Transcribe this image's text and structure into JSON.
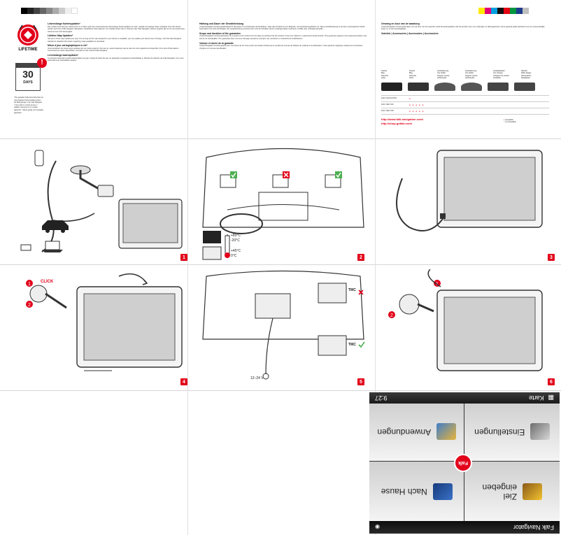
{
  "panel1": {
    "badge_lifetime": "LIFETIME",
    "badge_30": "30",
    "badge_days": "DAYS",
    "h1": "Lebenslange Kartenupdates*",
    "p1": "Die mobilen Navi-Service Gerät ist bis zu 3 Jahre nach dem Kauf kostenlos lebenslange Kartenupdates pro Jahr, sobald und solange diese verfügbar sind. Die Karten werden auf Ihrem Falk Navigator aktualisiert. Zusätzliche Informationen zum Update finden Sie im Internet unter Falk Navigator. Dieses Angebot gilt nur für ein bestimmtes Gerät und ist nicht übertragbar.",
    "h2": "Lifetime Map Updates*",
    "p2": "Get up to 4 free map updates per year. For as long as the map assigned to your device is available, you can update your device free of charge. Visit the Falk Navigator website for detailed information regarding maps available for download.",
    "h3": "Mises à jour cartographiques à vie*",
    "p3": "Vous bénéficiez de mises à jour gratuites de vos cartes jusqu'à 4 fois par an, aussi longtemps que la carte de votre appareil est disponible. Pour plus d'informations concernant les cartes disponibles, consultez le site Internet Falk Navigator.",
    "h4": "Levenslange kaartupdates*",
    "p4": "U ontvangt maximaal 4 gratis kaartupdates per jaar, zolang de kaart die aan uw apparaat is toegewezen beschikbaar is. Bezoek de website van Falk Navigator voor meer informatie over beschikbare kaarten.",
    "footnote": "* Bei gekaufter Falk-Navi-Sicherheit der Lebenslangen Kartenupdates gelten die Bedingungen unter Falk Navigator. * Only valid on certain devices. * Valable uniquement sur certains appareils. * Alleen geldig voor bepaalde apparaten."
  },
  "panel2": {
    "h1": "Haftung und Dauer der Gewährleistung",
    "p1": "United Navigation GmbH gewährleistet für die Dauer von 24 Monaten ab Kaufdatum, dass das Produkt frei von Material- und Verarbeitungsfehlern ist. Diese Gewährleistung ist auf den ursprünglichen Käufer beschränkt und nicht übertragbar. Die Gewährleistung erstreckt sich nicht auf Schäden durch unsachgemäßen Gebrauch, Unfälle oder unbefugte Eingriffe.",
    "h2": "Scope and duration of the guarantee",
    "p2": "United Navigation GmbH guarantees for a period of 24 months from the date of purchase that the product is free from defects in material and workmanship. This guarantee applies to the original purchaser only and is not transferable. The guarantee does not cover damage caused by improper use, accidents or unauthorized modifications.",
    "h3": "Volume et durée de la garantie",
    "p3": "United Navigation GmbH garantit pour une durée de 24 mois à partir de la date d'achat que le produit est exempt de défauts de matériel et de fabrication. Cette garantie s'applique uniquement à l'acheteur d'origine et n'est pas transférable."
  },
  "panel3": {
    "h1": "Omvang en duur van de waarborg",
    "p1": "United Navigation GmbH garandeert voor de duur van 24 maanden vanaf de aankoopdatum dat het product vrij is van materiaal- en fabricagefouten. Deze garantie geldt uitsluitend voor de oorspronkelijke koper en is niet overdraagbaar.",
    "h2": "Zubehör | Accessories | Accessoires | Accessoires",
    "acc": [
      [
        "Tasche",
        "Bag",
        "Sacoche",
        "Hoes"
      ],
      [
        "Tasche",
        "Bag",
        "Sacoche",
        "Hoes"
      ],
      [
        "Autohalterung",
        "Car holder",
        "Support voiture",
        "Autohouder"
      ],
      [
        "Autohalterung",
        "Car holder",
        "Support voiture",
        "Autohouder"
      ],
      [
        "Autoladekabel",
        "Car charger",
        "Chargeur de voiture",
        "Autolader"
      ],
      [
        "Netzteil",
        "Wall charger",
        "Alimentation",
        "Netadapter"
      ]
    ],
    "row1_label": "FALK NAVIGATOR",
    "row2_label": "FALK NEO 640",
    "row3_label": "FALK NEO 550",
    "link1": "http://www.falk-navigation.com/",
    "link2": "http://shop.gofalk.com/",
    "legend1": "compatible",
    "legend2": "not compatible"
  },
  "steps": {
    "s1": "1",
    "s2": "2",
    "s3": "3",
    "s4": "4",
    "s5": "5",
    "s6": "6"
  },
  "step2_temps": {
    "hi1": "+80°C",
    "lo1": "-20°C",
    "hi2": "+45°C",
    "lo2": "0°C"
  },
  "step4_click": "CLICK",
  "step5": {
    "tmc_bad": "TMC",
    "tmc_good": "TMC",
    "volt": "12–24 V"
  },
  "device": {
    "brand": "Falk Navigator",
    "time": "9:27",
    "tiles": [
      {
        "label_line1": "Ziel",
        "label_line2": "eingeben"
      },
      {
        "label_line1": "Nach Hause",
        "label_line2": ""
      },
      {
        "label_line1": "Einstellungen",
        "label_line2": ""
      },
      {
        "label_line1": "Anwendungen",
        "label_line2": ""
      }
    ],
    "map_label": "Karte",
    "logo": "Falk"
  },
  "colors": {
    "accent": "#e2001a",
    "check": "#4caf50",
    "cross": "#e2001a"
  }
}
